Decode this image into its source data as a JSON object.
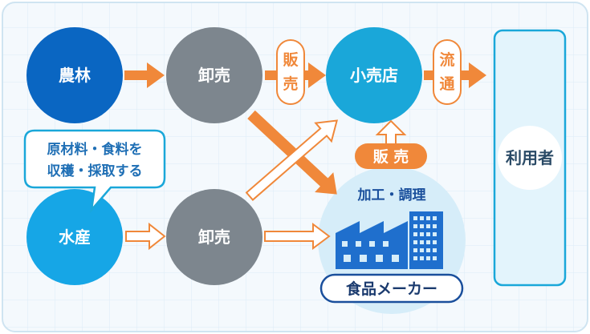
{
  "nodes": {
    "farming": "農林",
    "wholesale_top": "卸売",
    "retail": "小売店",
    "consumer": "利用者",
    "fisheries": "水産",
    "wholesale_bottom": "卸売",
    "processing": "加工・調理",
    "maker": "食品メーカー"
  },
  "callout": {
    "line1": "原材料・食料を",
    "line2": "収穫・採取する"
  },
  "arrow_labels": {
    "sale_top_1": "販",
    "sale_top_2": "売",
    "distribution_1": "流",
    "distribution_2": "通",
    "maker_sale": "販 売"
  },
  "colors": {
    "farming": "#0a66c2",
    "wholesale": "#7d868e",
    "retail": "#1aa7d9",
    "fisheries": "#16a6e6",
    "orange": "#f0883a",
    "consumer_bg": "#e3f4fc",
    "border_blue": "#1aa7d9"
  }
}
